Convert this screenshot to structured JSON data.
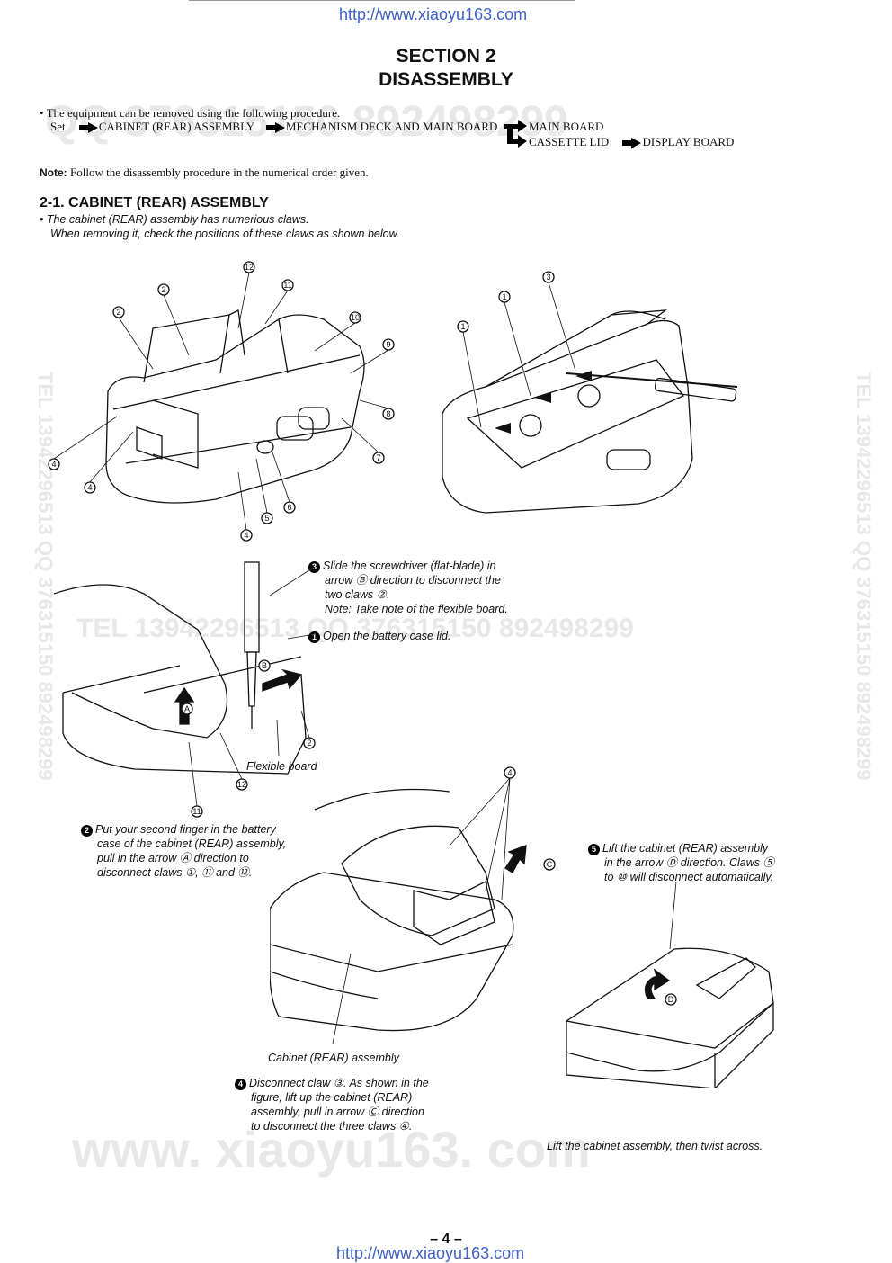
{
  "header_url": "http://www.xiaoyu163.com",
  "section_title": "SECTION 2",
  "section_subtitle": "DISASSEMBLY",
  "intro": "The equipment can be removed using the following procedure.",
  "flow": {
    "set": "Set",
    "step1": "CABINET (REAR) ASSEMBLY",
    "step2": "MECHANISM DECK AND MAIN BOARD",
    "branch1": "MAIN BOARD",
    "branch2": "CASSETTE LID",
    "branch2b": "DISPLAY BOARD"
  },
  "note_label": "Note:",
  "note_text": "Follow the disassembly procedure in the numerical order given.",
  "subsection_title": "2-1. CABINET (REAR) ASSEMBLY",
  "subsection_bullet1": "The cabinet (REAR) assembly has numerious claws.",
  "subsection_bullet2": "When removing it, check the positions of these claws as shown below.",
  "watermarks": {
    "qq_top": "QQ 376315150  892498299",
    "tel_mid": "TEL 13942296513    QQ 376315150  892498299",
    "side": "TEL 13942296513  QQ 376315150  892498299",
    "bottom": "www. xiaoyu163. com"
  },
  "fig1_labels": [
    "⑫",
    "⑪",
    "②",
    "②",
    "⑩",
    "⑨",
    "⑧",
    "⑦",
    "④",
    "④",
    "⑥",
    "⑤",
    "④"
  ],
  "fig2_labels": [
    "③",
    "①",
    "①"
  ],
  "step3": {
    "num": "3",
    "lines": [
      "Slide the screwdriver (flat-blade) in",
      "arrow Ⓑ direction to disconnect the",
      "two claws ②.",
      "Note: Take note of the flexible board."
    ]
  },
  "step1": {
    "num": "1",
    "text": "Open the battery case lid."
  },
  "flexible_board": "Flexible board",
  "fig3_labels": {
    "a": "Ⓐ",
    "b": "Ⓑ",
    "c2": "②",
    "c11": "⑪",
    "c12": "⑫"
  },
  "step2": {
    "num": "2",
    "lines": [
      "Put your second finger in the battery",
      "case of the cabinet (REAR) assembly,",
      "pull in the arrow Ⓐ direction to",
      "disconnect claws ①, ⑪ and ⑫."
    ]
  },
  "fig4_labels": {
    "c4": "④",
    "c": "Ⓒ"
  },
  "cabinet_rear": "Cabinet (REAR) assembly",
  "step4": {
    "num": "4",
    "lines": [
      "Disconnect claw ③. As shown in the",
      "figure, lift up the cabinet (REAR)",
      "assembly, pull in arrow Ⓒ direction",
      "to disconnect the three claws ④."
    ]
  },
  "step5": {
    "num": "5",
    "lines": [
      "Lift the cabinet (REAR) assembly",
      "in the arrow Ⓓ direction. Claws ⑤",
      "to ⑩ will disconnect automatically."
    ]
  },
  "fig5_label": "Ⓓ",
  "lift_caption": "Lift the cabinet assembly, then twist across.",
  "page_number": "– 4 –",
  "footer_url": "http://www.xiaoyu163.com"
}
